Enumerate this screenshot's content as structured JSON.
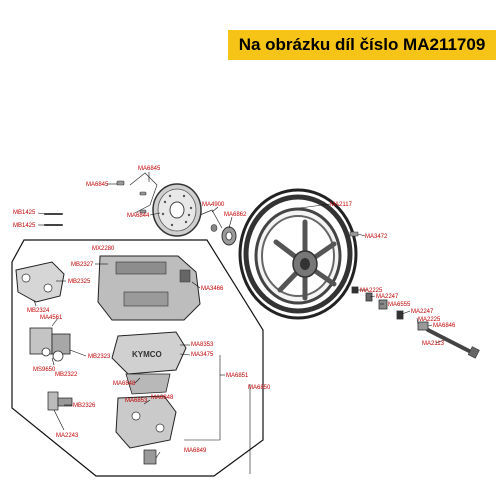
{
  "banner": {
    "text": "Na obrázku díl číslo MA211709"
  },
  "callouts": {
    "ma6845_top": "MA6845",
    "ma6845_left": "MA6845",
    "ma6844": "MA6844",
    "ma4900": "MA4900",
    "ma6862": "MA6862",
    "ma2117": "MA2117",
    "ma3472": "MA3472",
    "mb1425_a": "MB1425",
    "mb1425_b": "MB1425",
    "mx2280": "MX2280",
    "mb2327": "MB2327",
    "mb2325": "MB2325",
    "ma3466": "MA3466",
    "mb2324": "MB2324",
    "ma4561": "MA4561",
    "mb2323": "MB2323",
    "ms9650": "MS9650",
    "mb2322": "MB2322",
    "ma8353": "MA8353",
    "ma3475": "MA3475",
    "ma6848_left": "MA6848",
    "ma6851": "MA6851",
    "ma6850": "MA6850",
    "mb2326": "MB2326",
    "ma2243": "MA2243",
    "ma6853": "MA6853",
    "ma6848_low": "MA6848",
    "ma6849": "MA6849",
    "ma2225_a": "MA2225",
    "ma2247_a": "MA2247",
    "ma6555": "MA6555",
    "ma2247_b": "MA2247",
    "ma2225_b": "MA2225",
    "ma6846": "MA6846",
    "ma2113": "MA2113"
  },
  "caliper_logo": "KYMCO",
  "colors": {
    "banner": "#f5c417",
    "callout": "#c00000",
    "line": "#000000",
    "part_gray": "#8a8a8a"
  }
}
